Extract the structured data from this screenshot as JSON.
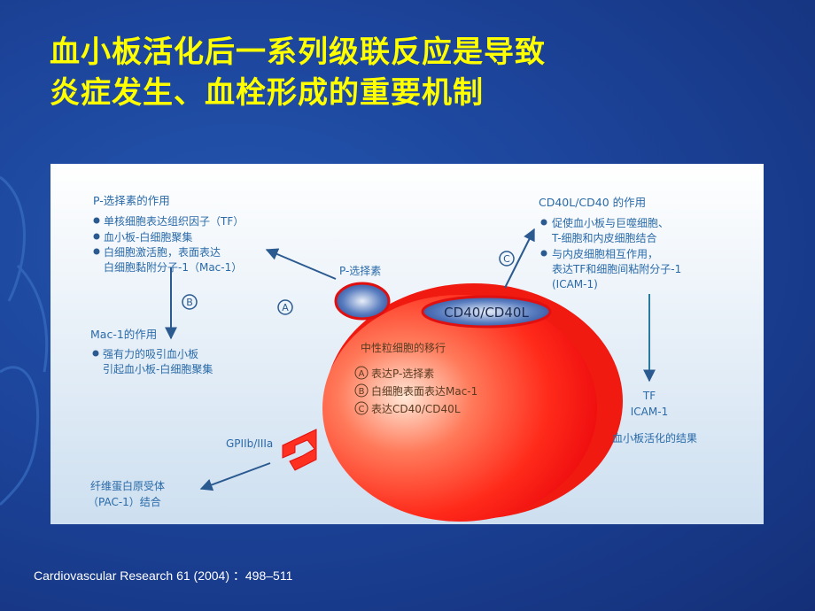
{
  "slide": {
    "title_line1": "血小板活化后一系列级联反应是导致",
    "title_line2": "炎症发生、血栓形成的重要机制",
    "citation": "Cardiovascular Research 61 (2004) ：498–511"
  },
  "diagram": {
    "pselectin_box": {
      "heading": "P-选择素的作用",
      "items": [
        "单核细胞表达组织因子（TF）",
        "血小板-白细胞聚集",
        "白细胞激活胞，表面表达",
        "白细胞黏附分子-1（Mac-1）"
      ]
    },
    "mac1_box": {
      "heading": "Mac-1的作用",
      "items": [
        "强有力的吸引血小板",
        "引起血小板-白细胞聚集"
      ]
    },
    "cd40_box": {
      "heading": "CD40L/CD40 的作用",
      "items": [
        "促使血小板与巨噬细胞、",
        "T-细胞和内皮细胞结合",
        "与内皮细胞相互作用，",
        "表达TF和细胞间粘附分子-1",
        "(ICAM-1)"
      ]
    },
    "result": {
      "line1": "TF",
      "line2": "ICAM-1",
      "caption": "血小板活化的结果"
    },
    "markers": {
      "a": "A",
      "b": "B",
      "c": "C"
    },
    "pselectin_label": "P-选择素",
    "cd40_label": "CD40/CD40L",
    "gp_label": "GPIIb/IIIa",
    "fibrinogen": {
      "line1": "纤维蛋白原受体",
      "line2": "（PAC-1）结合"
    },
    "cell": {
      "heading": "中性粒细胞的移行",
      "items": [
        "表达P-选择素",
        "白细胞表面表达Mac-1",
        "表达CD40/CD40L"
      ]
    },
    "colors": {
      "cell": "#ff2a1a",
      "text": "#2a6aa8",
      "title": "#ffff00"
    }
  }
}
